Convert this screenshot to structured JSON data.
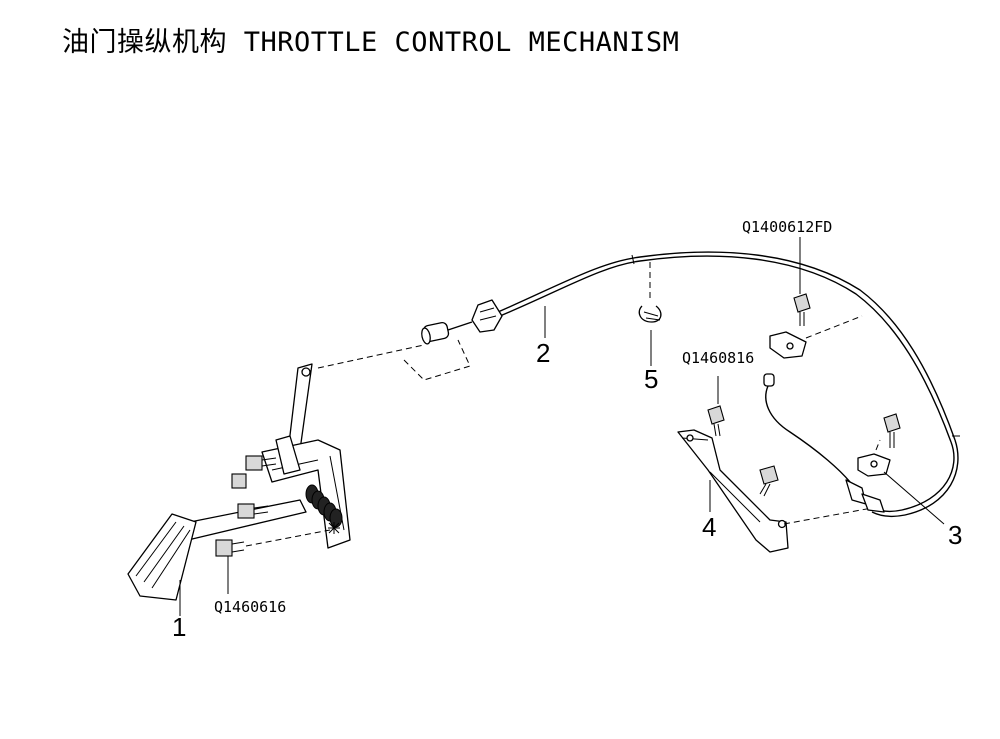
{
  "title": "油门操纵机构 THROTTLE CONTROL MECHANISM",
  "callouts": {
    "part_1": "1",
    "part_2": "2",
    "part_3": "3",
    "part_4": "4",
    "part_5": "5",
    "bolt_pedal": "Q1460616",
    "bolt_bracket": "Q1460816",
    "bolt_clip": "Q1400612FD"
  }
}
